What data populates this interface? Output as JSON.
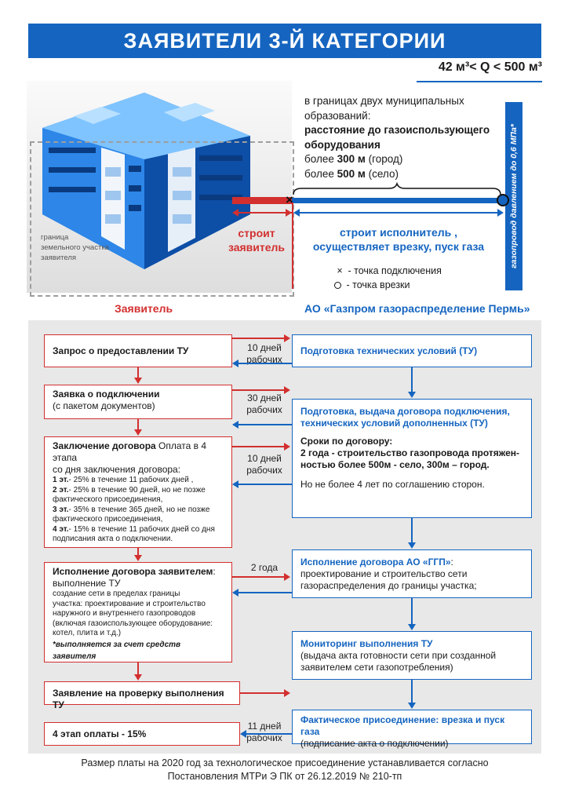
{
  "header": {
    "title": "ЗАЯВИТЕЛИ 3-Й КАТЕГОРИИ",
    "formula": "42 м³< Q < 500 м³"
  },
  "scene": {
    "plot_note_lines": [
      "граница",
      "земельного участка",
      "заявителя"
    ],
    "info_lines": [
      {
        "text": "в границах двух муниципальных",
        "bold": false
      },
      {
        "text": "образований:",
        "bold": false
      },
      {
        "text": "расстояние до газоиспользующего",
        "bold": true
      },
      {
        "text": "оборудования",
        "bold": true
      }
    ],
    "distance_city": {
      "prefix": "более ",
      "value": "300 м",
      "suffix": " (город)"
    },
    "distance_village": {
      "prefix": "более ",
      "value": "500 м",
      "suffix": " (село)"
    },
    "pipeline_label": "газопровод давлением до 0,6 МПа*",
    "applicant_builds": [
      "строит",
      "заявитель"
    ],
    "executor_builds": [
      "строит  исполнитель ,",
      "осуществляет врезку, пуск газа"
    ],
    "legend": [
      {
        "symbol": "×",
        "text": " - точка подключения"
      },
      {
        "symbol": "o",
        "text": " - точка врезки"
      }
    ]
  },
  "parties": {
    "left": "Заявитель",
    "right": "АО «Газпром газораспределение Пермь»"
  },
  "flow": {
    "left_boxes": [
      {
        "title": "Запрос о предоставлении ТУ"
      },
      {
        "title": "Заявка о подключении",
        "sub": "(с пакетом документов)"
      },
      {
        "title": "Заключение договора",
        "title_tail": " Оплата в 4 этапа",
        "line2": "со дня заключения договора:",
        "items": [
          {
            "b": "1 эт.",
            "t": "- 25% в течение 11 рабочих дней ,"
          },
          {
            "b": "2 эт.",
            "t": "- 25% в течение 90 дней, но не позже"
          },
          {
            "b": "",
            "t": "фактического присоединения,"
          },
          {
            "b": "3 эт.",
            "t": "- 35% в течение 365 дней, но не позже"
          },
          {
            "b": "",
            "t": "фактического присоединения,"
          },
          {
            "b": "4 эт.",
            "t": "- 15% в течение 11 рабочих дней со дня"
          },
          {
            "b": "",
            "t": "подписания акта о подключении."
          }
        ]
      },
      {
        "title": "Исполнение договора заявителем",
        "title_tail": ":",
        "line2": "выполнение ТУ",
        "small": [
          "создание сети в пределах границы",
          "участка: проектирование и строительство",
          "наружного и внутреннего газопроводов",
          "(включая газоиспользующее оборудование:",
          "котел, плита и т.д.)"
        ],
        "note": "*выполняется за счет средств заявителя"
      },
      {
        "title": "Заявление на проверку выполнения ТУ"
      },
      {
        "title": "4 этап оплаты - 15%"
      }
    ],
    "right_boxes": [
      {
        "title": "Подготовка технических условий  (ТУ)"
      },
      {
        "title_lines": [
          "Подготовка, выдача договора подключения,",
          "технических условий дополненных (ТУ)"
        ],
        "terms_title": "Сроки по договору:",
        "terms_lines": [
          "2 года - строительство газопровода протяжен-",
          "ностью  более 500м - село, 300м – город."
        ],
        "extra": "Но не более 4 лет по соглашению сторон."
      },
      {
        "title": "Исполнение договора АО «ГГП»",
        "title_tail": ":",
        "lines": [
          "проектирование и строительство сети",
          "газораспределения до границы участка;"
        ]
      },
      {
        "title": "Мониторинг выполнения ТУ",
        "lines": [
          "(выдача акта готовности сети при созданной",
          "заявителем сети газопотребления)"
        ]
      },
      {
        "title": "Фактическое присоединение: врезка и пуск газа",
        "lines": [
          "(подписание акта о подключении)"
        ]
      }
    ],
    "durations": [
      {
        "line1": "10 дней",
        "line2": "рабочих"
      },
      {
        "line1": "30 дней",
        "line2": "рабочих"
      },
      {
        "line1": "10 дней",
        "line2": "рабочих"
      },
      {
        "line1": "2 года",
        "line2": ""
      },
      {
        "line1": "11 дней",
        "line2": "рабочих"
      }
    ]
  },
  "footer": {
    "lines": [
      "Размер платы на 2020 год за технологическое присоединение устанавливается согласно",
      "Постановления МТРи Э ПК от 26.12.2019 № 210-тп"
    ]
  },
  "colors": {
    "blue": "#1565c0",
    "red": "#d32f2f",
    "gray_bg": "#e8e8e8"
  }
}
